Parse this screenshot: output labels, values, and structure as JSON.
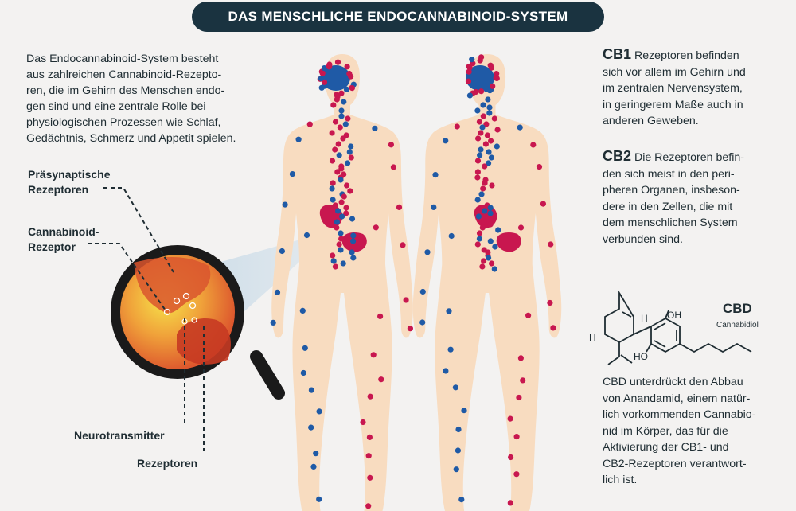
{
  "title": "DAS MENSCHLICHE ENDOCANNABINOID-SYSTEM",
  "intro_lines": [
    "Das Endocannabinoid-System besteht",
    "aus zahlreichen Cannabinoid-Rezepto-",
    "ren, die im Gehirn des Menschen endo-",
    "gen sind und eine zentrale Rolle bei",
    "physiologischen Prozessen wie Schlaf,",
    "Gedächtnis, Schmerz und Appetit spielen."
  ],
  "labels": {
    "presynaptic": [
      "Präsynaptische",
      "Rezeptoren"
    ],
    "cannabinoid": [
      "Cannabinoid-",
      "Rezeptor"
    ],
    "neurotransmitter": "Neurotransmitter",
    "receptors": "Rezeptoren"
  },
  "cb1": {
    "key": "CB1",
    "lines": [
      " Rezeptoren befinden",
      "sich vor allem im Gehirn und",
      "im zentralen Nervensystem,",
      "in geringerem Maße auch in",
      "anderen Geweben."
    ]
  },
  "cb2": {
    "key": "CB2",
    "lines": [
      " Die Rezeptoren befin-",
      "den sich meist in den peri-",
      "pheren Organen, insbeson-",
      "dere in den Zellen, die mit",
      "dem menschlichen System",
      "verbunden sind."
    ]
  },
  "cbd": {
    "name": "CBD",
    "subtitle": "Cannabidiol",
    "atoms": {
      "oh_top": "OH",
      "oh_bottom": "HO",
      "h1": "H",
      "h2": "H"
    },
    "lines": [
      "CBD unterdrückt den Abbau",
      "von Anandamid, einem natür-",
      "lich vorkommenden Cannabio-",
      "nid im Körper, das für die",
      "Aktivierung der CB1- und",
      "CB2-Rezeptoren verantwort-",
      "lich ist."
    ]
  },
  "colors": {
    "cb1_dot": "#c8174f",
    "cb2_dot": "#1f5aa6",
    "body": "#f8dcc0",
    "brain": "#1f5aa6",
    "organ": "#c8174f",
    "header": "#1a3340"
  }
}
